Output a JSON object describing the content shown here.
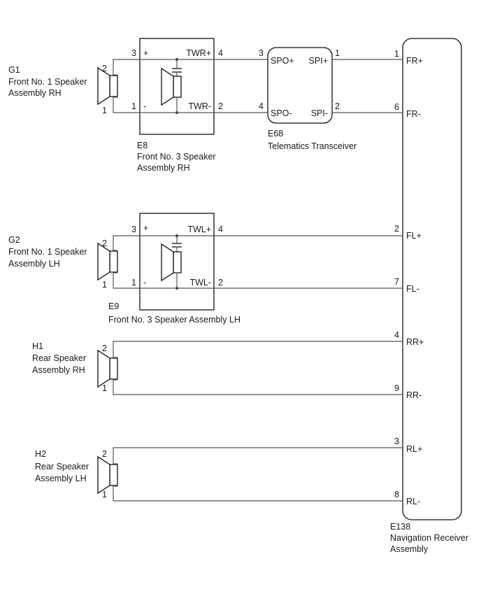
{
  "components": {
    "g1": {
      "code": "G1",
      "name_lines": [
        "Front No. 1 Speaker",
        "Assembly RH"
      ],
      "pin_top": "2",
      "pin_bottom": "1"
    },
    "g2": {
      "code": "G2",
      "name_lines": [
        "Front No. 1 Speaker",
        "Assembly LH"
      ],
      "pin_top": "2",
      "pin_bottom": "1"
    },
    "h1": {
      "code": "H1",
      "name_lines": [
        "Rear Speaker",
        "Assembly RH"
      ],
      "pin_top": "2",
      "pin_bottom": "1"
    },
    "h2": {
      "code": "H2",
      "name_lines": [
        "Rear Speaker",
        "Assembly LH"
      ],
      "pin_top": "2",
      "pin_bottom": "1"
    },
    "e8": {
      "code": "E8",
      "name_lines": [
        "Front No. 3 Speaker",
        "Assembly RH"
      ],
      "left_pin_top": "3",
      "left_sign_top": "+",
      "left_pin_bottom": "1",
      "left_sign_bottom": "-",
      "right_pin_top": "4",
      "right_label_top": "TWR+",
      "right_pin_bottom": "2",
      "right_label_bottom": "TWR-"
    },
    "e9": {
      "code": "E9",
      "name": "Front No. 3 Speaker Assembly LH",
      "left_pin_top": "3",
      "left_sign_top": "+",
      "left_pin_bottom": "1",
      "left_sign_bottom": "-",
      "right_pin_top": "4",
      "right_label_top": "TWL+",
      "right_pin_bottom": "2",
      "right_label_bottom": "TWL-"
    },
    "e68": {
      "code": "E68",
      "name": "Telematics Transceiver",
      "in_pin_top": "3",
      "in_label_top": "SPO+",
      "in_pin_bottom": "4",
      "in_label_bottom": "SPO-",
      "out_pin_top": "1",
      "out_label_top": "SPI+",
      "out_pin_bottom": "2",
      "out_label_bottom": "SPI-"
    },
    "e138": {
      "code": "E138",
      "name_lines": [
        "Navigation Receiver",
        "Assembly"
      ],
      "terminals": [
        {
          "pin": "1",
          "label": "FR+"
        },
        {
          "pin": "6",
          "label": "FR-"
        },
        {
          "pin": "2",
          "label": "FL+"
        },
        {
          "pin": "7",
          "label": "FL-"
        },
        {
          "pin": "4",
          "label": "RR+"
        },
        {
          "pin": "9",
          "label": "RR-"
        },
        {
          "pin": "3",
          "label": "RL+"
        },
        {
          "pin": "8",
          "label": "RL-"
        }
      ]
    }
  }
}
